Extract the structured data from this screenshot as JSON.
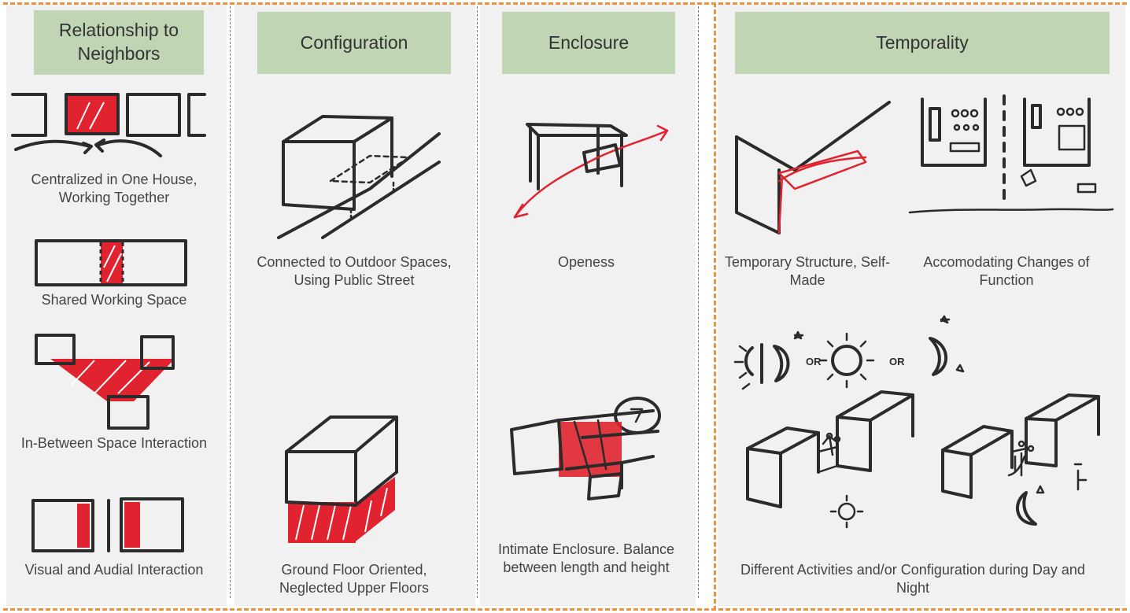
{
  "colors": {
    "header_bg": "#bfd5b3",
    "accent_red": "#e0232e",
    "border_orange": "#f0913f",
    "column_bg": "#f1f1f1"
  },
  "headers": {
    "relationship": "Relationship to Neighbors",
    "configuration": "Configuration",
    "enclosure": "Enclosure",
    "temporality": "Temporality"
  },
  "captions": {
    "rel_1": "Centralized in One House, Working Together",
    "rel_2": "Shared Working Space",
    "rel_3": "In-Between Space Interaction",
    "rel_4": "Visual and Audial Interaction",
    "conf_1": "Connected to Outdoor Spaces, Using Public Street",
    "conf_2": "Ground Floor Oriented, Neglected Upper Floors",
    "enc_1": "Openess",
    "enc_2": "Intimate Enclosure. Balance between length and height",
    "temp_1": "Temporary Structure, Self-Made",
    "temp_2": "Accomodating Changes of Function",
    "temp_3": "Different Activities  and/or Configuration during Day and Night"
  },
  "sketch_text": {
    "or_1": "OR",
    "or_2": "OR"
  }
}
